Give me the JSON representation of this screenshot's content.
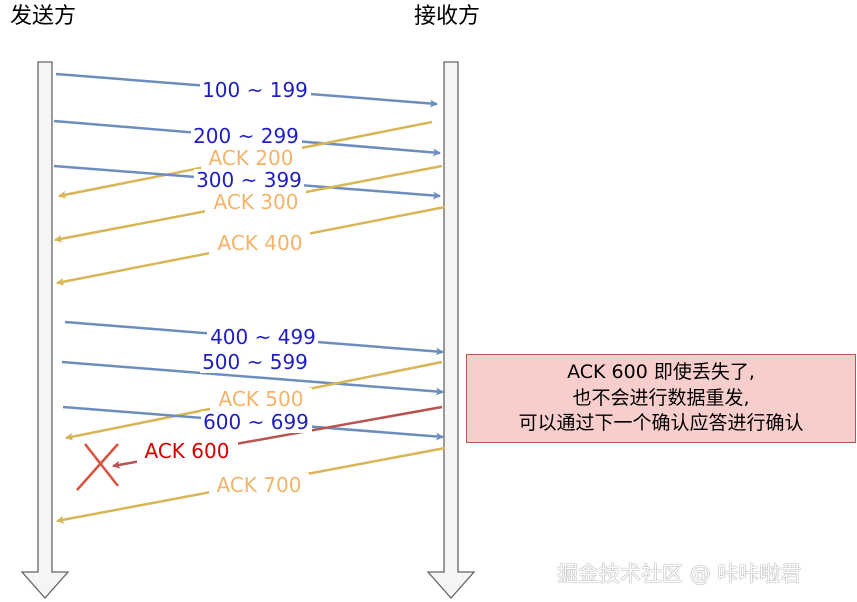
{
  "parties": {
    "sender": "发送方",
    "receiver": "接收方"
  },
  "colors": {
    "data": "#6c8ebf",
    "data_text": "#1f1fbf",
    "ack": "#d6b656",
    "ack_text": "#f2b36b",
    "lost": "#b85450",
    "lost_text": "#d50000",
    "note_fill": "#f8cecc",
    "note_border": "#b85450",
    "lifeline_fill": "#f5f5f5",
    "lifeline_stroke": "#666666"
  },
  "segments": [
    {
      "kind": "data",
      "label": "100 ~ 199"
    },
    {
      "kind": "data",
      "label": "200 ~ 299"
    },
    {
      "kind": "ack",
      "label": "ACK 200"
    },
    {
      "kind": "data",
      "label": "300 ~ 399"
    },
    {
      "kind": "ack",
      "label": "ACK 300"
    },
    {
      "kind": "ack",
      "label": "ACK 400"
    },
    {
      "kind": "data",
      "label": "400 ~ 499"
    },
    {
      "kind": "data",
      "label": "500 ~ 599"
    },
    {
      "kind": "ack",
      "label": "ACK 500"
    },
    {
      "kind": "data",
      "label": "600 ~ 699"
    },
    {
      "kind": "lost",
      "label": "ACK 600"
    },
    {
      "kind": "ack",
      "label": "ACK 700"
    }
  ],
  "lost_marker": "cross-icon",
  "note": {
    "lines": [
      "ACK 600 即使丢失了,",
      "也不会进行数据重发,",
      "可以通过下一个确认应答进行确认"
    ]
  },
  "watermark": "掘金技术社区 @ 咔咔啦君"
}
